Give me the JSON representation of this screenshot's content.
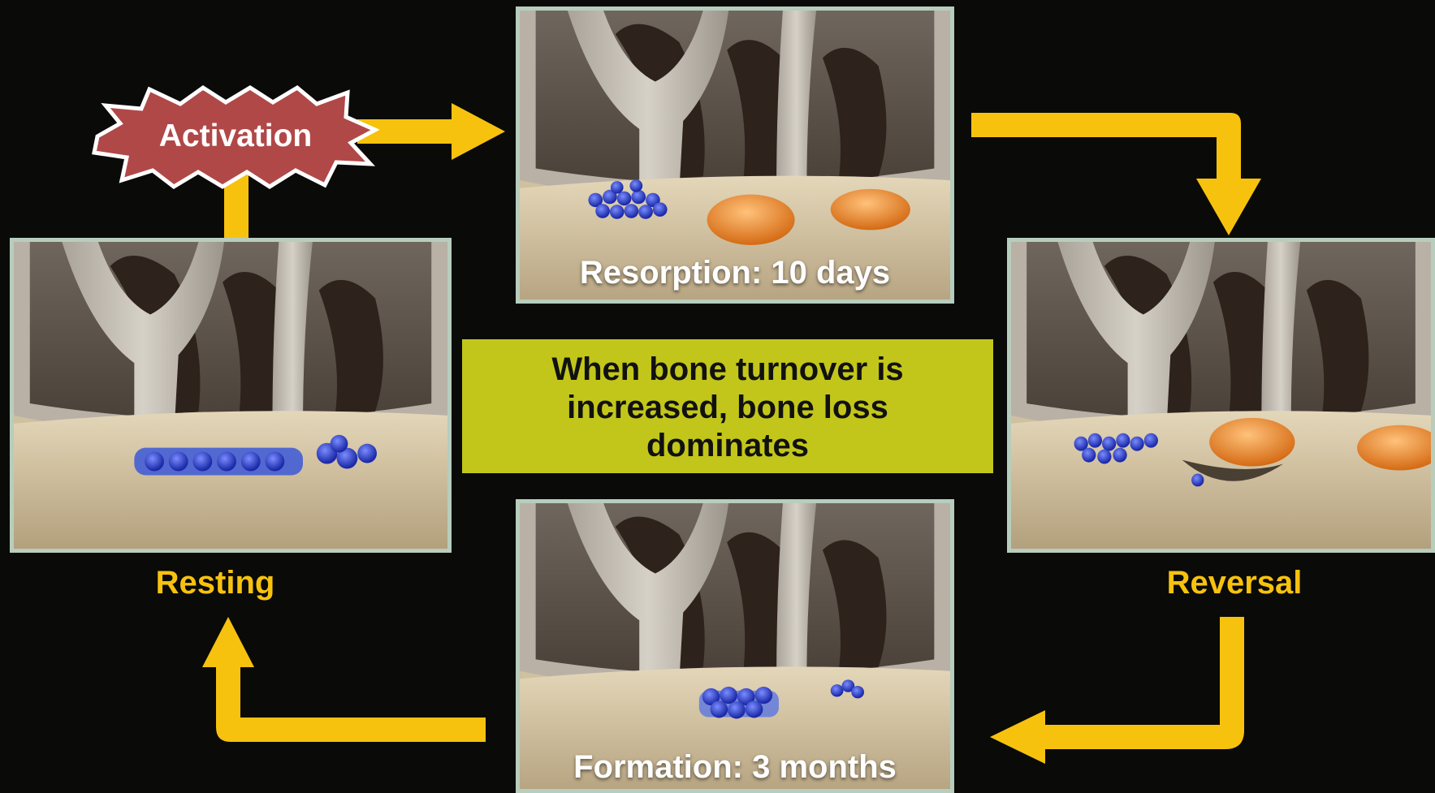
{
  "activation": {
    "label": "Activation"
  },
  "phases": {
    "resorption": {
      "caption": "Resorption: 10 days"
    },
    "reversal": {
      "label": "Reversal"
    },
    "formation": {
      "caption": "Formation: 3 months"
    },
    "resting": {
      "label": "Resting"
    }
  },
  "summary": {
    "lines": [
      "When bone turnover is",
      "increased, bone loss",
      "dominates"
    ]
  },
  "colors": {
    "arrow": "#f7c20e",
    "label": "#f7c20e",
    "summary_box": "#c2c61a",
    "activation_burst": "#b04848",
    "panel_border": "#b7cdbd",
    "background": "#0a0a08"
  }
}
